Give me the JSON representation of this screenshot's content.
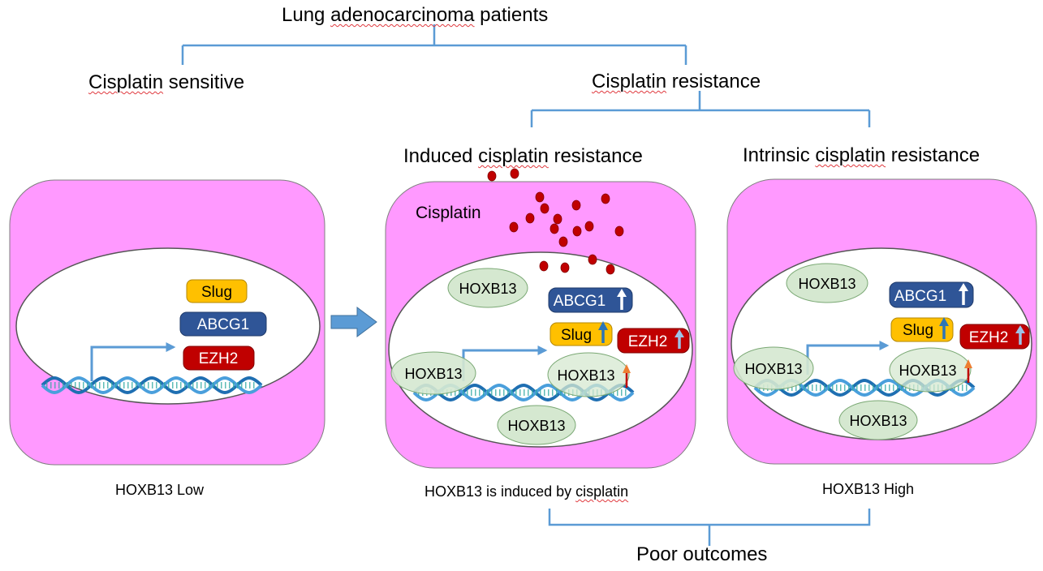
{
  "titles": {
    "top_prefix": "Lung ",
    "top_word": "adenocarcinoma",
    "top_suffix": " patients",
    "sensitive_word": "Cisplatin",
    "sensitive_suffix": " sensitive",
    "resistance_word": "Cisplatin",
    "resistance_suffix": " resistance",
    "induced_prefix": "Induced ",
    "induced_word": "cisplatin",
    "induced_suffix": " resistance",
    "intrinsic_prefix": "Intrinsic ",
    "intrinsic_word": "cisplatin",
    "intrinsic_suffix": " resistance",
    "outcome": "Poor outcomes"
  },
  "captions": {
    "low": "HOXB13 Low",
    "induced_prefix": "HOXB13 is induced by ",
    "induced_word": "cisplatin",
    "high": "HOXB13 High"
  },
  "labels": {
    "cisplatin": "Cisplatin",
    "slug": "Slug",
    "abcg1": "ABCG1",
    "ezh2": "EZH2",
    "hoxb13": "HOXB13"
  },
  "colors": {
    "cell": "#ff99ff",
    "nucleus": "#ffffff",
    "hox": "#d5e8d0",
    "slug": "#ffc000",
    "abcg1": "#2f5597",
    "ezh2": "#c00000",
    "drop": "#c00000",
    "connector": "#5b9bd5",
    "arrow": "#5b9bd5"
  }
}
